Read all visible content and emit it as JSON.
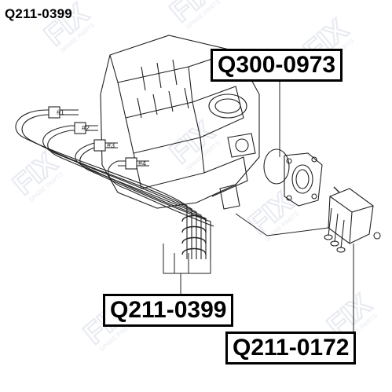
{
  "header": {
    "title": "Q211-0399"
  },
  "callouts": {
    "top_right": "Q300-0973",
    "bottom_center": "Q211-0399",
    "bottom_right": "Q211-0172"
  },
  "wire_marks": [
    "#1",
    "#2",
    "#3",
    "#4"
  ],
  "watermark": {
    "brand": "FIX",
    "tagline": "SPARE PARTS",
    "color": "#b9c2d8"
  }
}
